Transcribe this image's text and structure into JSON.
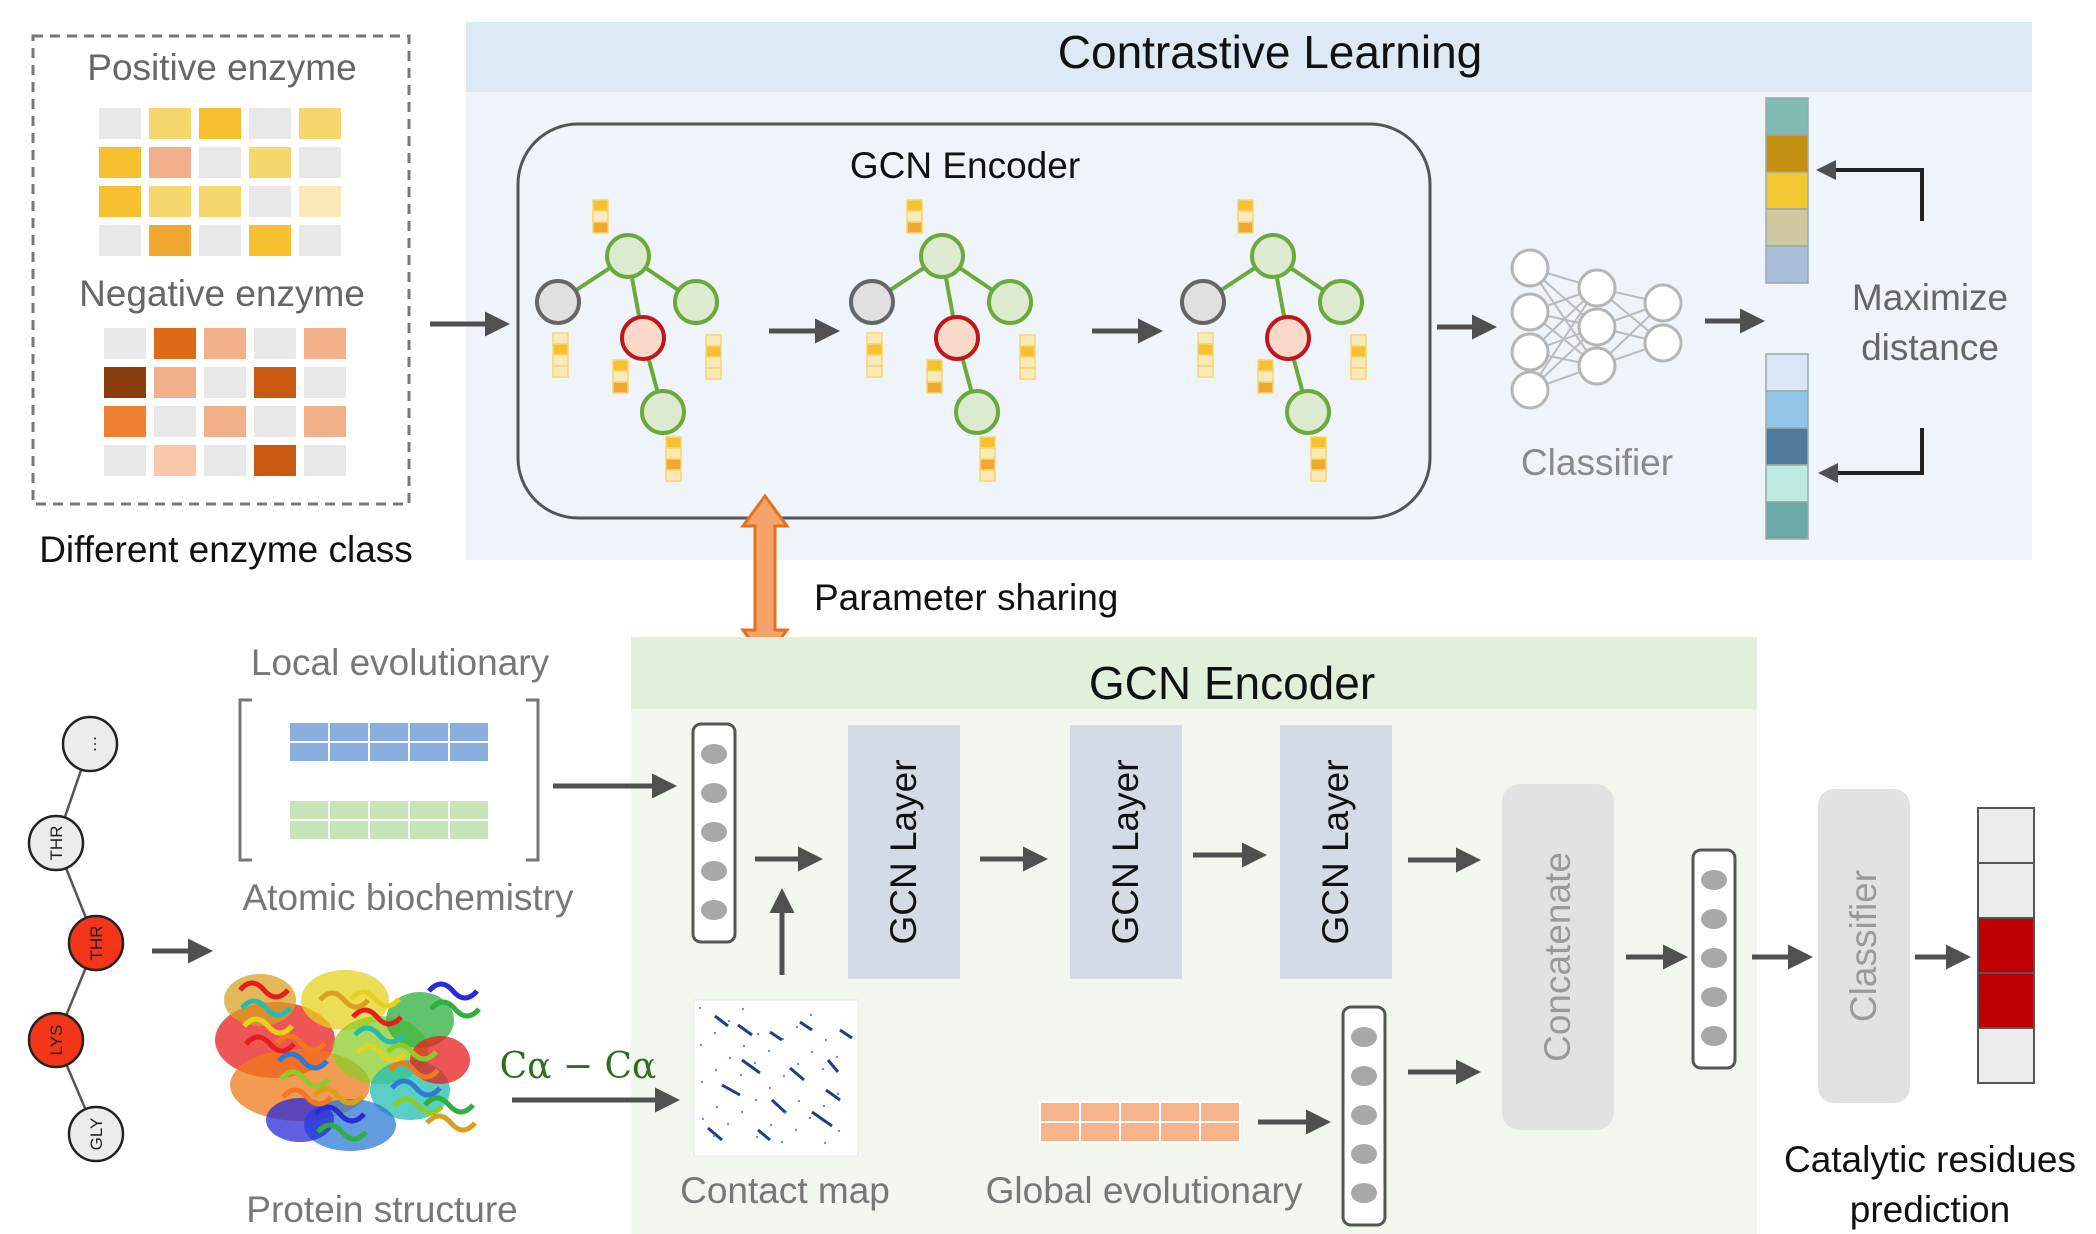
{
  "top": {
    "title": "Contrastive Learning",
    "encoder_title": "GCN Encoder",
    "classifier_label": "Classifier",
    "maximize_line1": "Maximize",
    "maximize_line2": "distance"
  },
  "left_panel": {
    "positive_label": "Positive enzyme",
    "negative_label": "Negative enzyme",
    "caption": "Different enzyme class"
  },
  "sharing": {
    "label": "Parameter sharing"
  },
  "bottom": {
    "encoder_title": "GCN Encoder",
    "local_evo": "Local evolutionary",
    "atomic": "Atomic biochemistry",
    "protein_structure": "Protein structure",
    "ca_label": "Cα − Cα",
    "contact_map": "Contact map",
    "global_evo": "Global evolutionary",
    "gcn_layer_label": "GCN Layer",
    "concatenate": "Concatenate",
    "classifier": "Classifier",
    "output_line1": "Catalytic residues",
    "output_line2": "prediction"
  },
  "residues": [
    "…",
    "THR",
    "THR",
    "LYS",
    "GLY"
  ],
  "colors": {
    "top_band": "#dde9f4",
    "top_bg": "#eef4fa",
    "bottom_band": "#e1efdb",
    "bottom_bg": "#f1f7ef",
    "gcn_layer": "#d5dbe6",
    "arrow": "#505050",
    "node_green": "#6aaa3a",
    "node_red": "#c0161e",
    "highlight": "#c00000"
  }
}
